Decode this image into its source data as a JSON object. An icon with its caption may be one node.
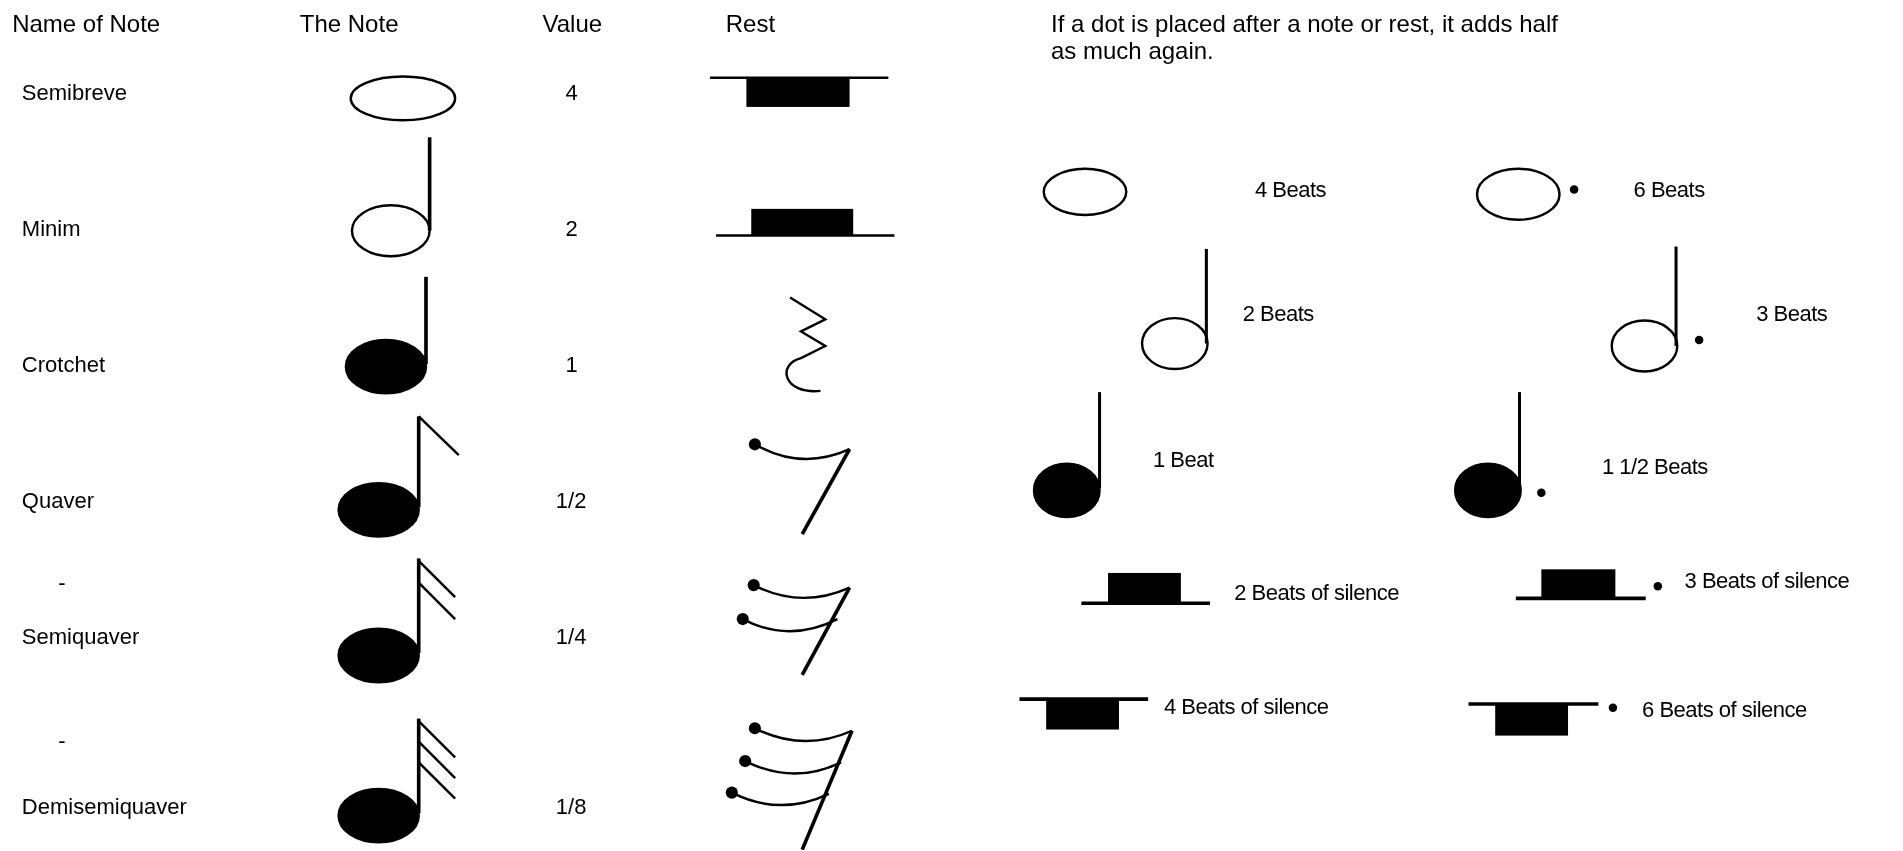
{
  "diagram": {
    "labels": [
      "Name of Note",
      "The Note",
      "Value",
      "Rest",
      "If a dot is placed after a note or rest, it adds half as much again.",
      "Semibreve",
      "4",
      "Minim",
      "2",
      "Crotchet",
      "1",
      "Quaver",
      "1/2",
      "-",
      "Semiquaver",
      "1/4",
      "-",
      "Demisemiquaver",
      "1/8",
      "4 Beats",
      "6 Beats",
      "2 Beats",
      "3 Beats",
      "1 Beat",
      "1 1/2 Beats",
      "2 Beats of silence",
      "3 Beats of silence",
      "4 Beats of silence",
      "6 Beats of silence"
    ]
  }
}
